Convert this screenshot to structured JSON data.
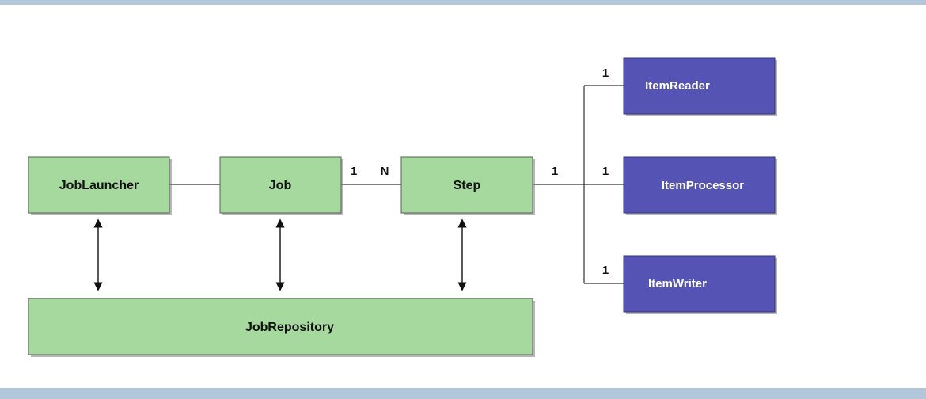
{
  "diagram": {
    "nodes": {
      "job_launcher": "JobLauncher",
      "job": "Job",
      "step": "Step",
      "job_repository": "JobRepository",
      "item_reader": "ItemReader",
      "item_processor": "ItemProcessor",
      "item_writer": "ItemWriter"
    },
    "multiplicities": {
      "job_side": "1",
      "step_side": "N",
      "step_out": "1",
      "reader": "1",
      "processor": "1",
      "writer": "1"
    },
    "colors": {
      "green_box": "#a6d99e",
      "blue_box": "#5554b4",
      "frame": "#b3c7da"
    }
  }
}
